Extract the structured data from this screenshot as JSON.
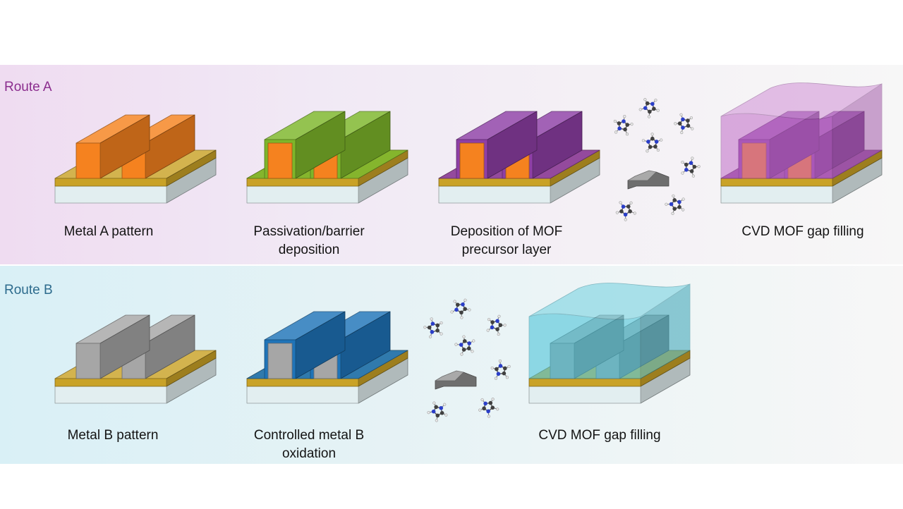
{
  "routes": [
    {
      "label": "Route A",
      "steps": [
        {
          "caption": [
            "Metal A pattern"
          ],
          "icon": "metal-a-lines-icon"
        },
        {
          "caption": [
            "Passivation/barrier",
            "deposition"
          ],
          "icon": "passivated-lines-icon"
        },
        {
          "caption": [
            "Deposition of MOF",
            "precursor layer"
          ],
          "icon": "precursor-coated-lines-icon"
        },
        {
          "caption": [
            "CVD MOF gap filling"
          ],
          "icon": "mof-filled-lines-icon"
        }
      ]
    },
    {
      "label": "Route B",
      "steps": [
        {
          "caption": [
            "Metal B pattern"
          ],
          "icon": "metal-b-lines-icon"
        },
        {
          "caption": [
            "Controlled metal B",
            "oxidation"
          ],
          "icon": "oxidized-lines-icon"
        },
        {
          "caption": [
            "CVD MOF gap filling"
          ],
          "icon": "mof-filled-lines-icon"
        }
      ]
    }
  ],
  "colors": {
    "route_a": "#8b2d8e",
    "route_b": "#2d6b8d",
    "metal_a": "#f5821f",
    "metal_b": "#a6a6a6",
    "passivation": "#7db62a",
    "precursor": "#8e3fa6",
    "oxide": "#1f74b8",
    "mof_a": "#c06bc8",
    "mof_b": "#3fc0d6",
    "gold_layer": "#c9a227",
    "substrate": "#e2eef0"
  },
  "decor": {
    "molecule_icon": "imidazole-molecule-icon",
    "vapor_source_icon": "metal-source-icon"
  }
}
